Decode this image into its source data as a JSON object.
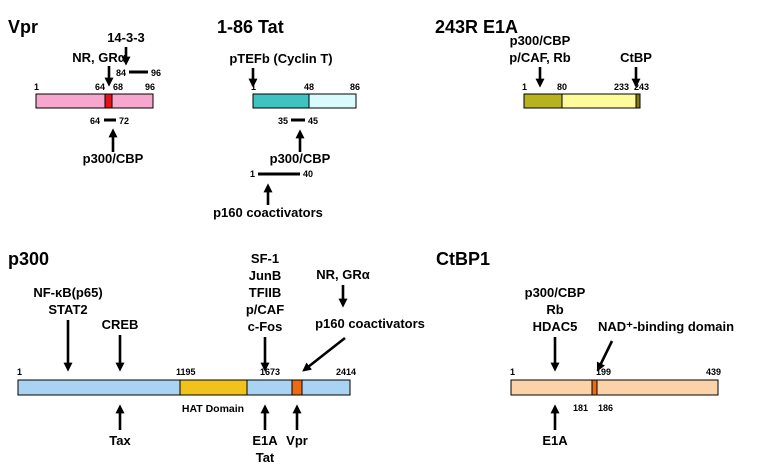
{
  "panels": {
    "vpr": {
      "title": "Vpr",
      "binding_above": "14-3-3",
      "binding_above_range": {
        "start": "84",
        "end": "96"
      },
      "binding_motif": "NR, GRα",
      "ticks": {
        "start": "1",
        "motif_start": "64",
        "motif_end": "68",
        "end": "96"
      },
      "binding_below_range": {
        "start": "64",
        "end": "72"
      },
      "binding_below": "p300/CBP",
      "colors": {
        "protein": "#f7a6cd",
        "motif": "#e3141c"
      }
    },
    "tat": {
      "title": "1-86 Tat",
      "binding_above": "pTEFb (Cyclin T)",
      "ticks": {
        "start": "1",
        "domain_end": "48",
        "end": "86"
      },
      "binding_below_1_range": {
        "start": "35",
        "end": "45"
      },
      "binding_below_1": "p300/CBP",
      "binding_below_2_range": {
        "start": "1",
        "end": "40"
      },
      "binding_below_2": "p160 coactivators",
      "colors": {
        "domain": "#3ec2c2",
        "rest": "#d9fbfb"
      }
    },
    "e1a": {
      "title": "243R E1A",
      "binding_left": [
        "p300/CBP",
        "p/CAF, Rb"
      ],
      "binding_right": "CtBP",
      "ticks": {
        "start": "1",
        "domain_end": "80",
        "motif_start": "233",
        "end": "243"
      },
      "colors": {
        "n_terminal": "#b7b31f",
        "rest": "#fdfb9c",
        "c_terminal": "#807a10"
      }
    },
    "p300": {
      "title": "p300",
      "binding_above": {
        "nfkb_stat2": [
          "NF-κB(p65)",
          "STAT2"
        ],
        "creb": "CREB",
        "sf1_group": [
          "SF-1",
          "JunB",
          "TFIIB",
          "p/CAF",
          "c-Fos"
        ],
        "nr": "NR, GRα",
        "p160": "p160 coactivators"
      },
      "ticks": {
        "start": "1",
        "hat_start": "1195",
        "hat_end": "1673",
        "end": "2414"
      },
      "hat_label": "HAT Domain",
      "binding_below": {
        "tax": "Tax",
        "e1a_tat": [
          "E1A",
          "Tat"
        ],
        "vpr": "Vpr"
      },
      "colors": {
        "protein": "#a9d3f2",
        "hat": "#f2c21c",
        "vpr_site": "#ec6a12"
      }
    },
    "ctbp1": {
      "title": "CtBP1",
      "binding_above": [
        "p300/CBP",
        "Rb",
        "HDAC5"
      ],
      "nad_label": "NAD⁺-binding domain",
      "ticks": {
        "start": "1",
        "motif": "199",
        "end": "439"
      },
      "motif_range": {
        "start": "181",
        "end": "186"
      },
      "binding_below": "E1A",
      "colors": {
        "protein": "#fcd3a8",
        "motif": "#ec6a12"
      }
    }
  }
}
